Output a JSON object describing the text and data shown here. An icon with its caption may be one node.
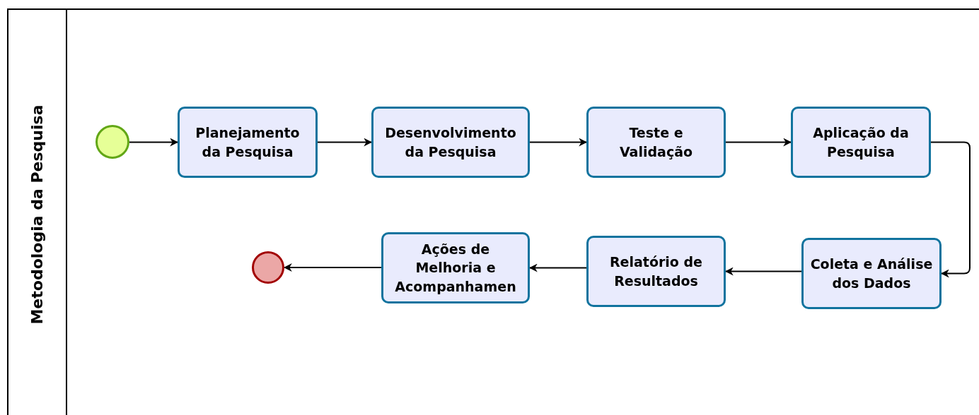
{
  "diagram": {
    "nodes": [
      {
        "text": [
          "Metodologia da Pesquisa"
        ]
      },
      {
        "text": [],
        "shape": "circle",
        "in": 0
      },
      {
        "text": [
          "Planejamento da Pesquisa"
        ],
        "in": 0
      },
      {
        "text": [
          "Desenvolvimento da Pesquisa"
        ],
        "in": 0
      },
      {
        "text": [
          "Teste e Validação"
        ],
        "in": 0
      },
      {
        "text": [
          "Aplicação da Pesquisa"
        ],
        "in": 0
      },
      {
        "text": [
          "Coleta e Análise dos Dados"
        ],
        "in": 0
      },
      {
        "text": [
          "Relatório de Resultados"
        ],
        "in": 0
      },
      {
        "text": [
          "Ações de Melhoria e Acompanhamen"
        ],
        "in": 0
      },
      {
        "text": [],
        "shape": "circle",
        "in": 0
      }
    ],
    "edges": [
      {
        "from": 1,
        "to": 2,
        "arrow": "to"
      },
      {
        "from": 2,
        "to": 3,
        "arrow": "to"
      },
      {
        "from": 3,
        "to": 4,
        "arrow": "to"
      },
      {
        "from": 4,
        "to": 5,
        "arrow": "to"
      },
      {
        "from": 5,
        "to": 6,
        "arrow": "to"
      },
      {
        "from": 6,
        "to": 7,
        "arrow": "to"
      },
      {
        "from": 7,
        "to": 8,
        "arrow": "to"
      },
      {
        "from": 8,
        "to": 9,
        "arrow": "to"
      }
    ]
  }
}
